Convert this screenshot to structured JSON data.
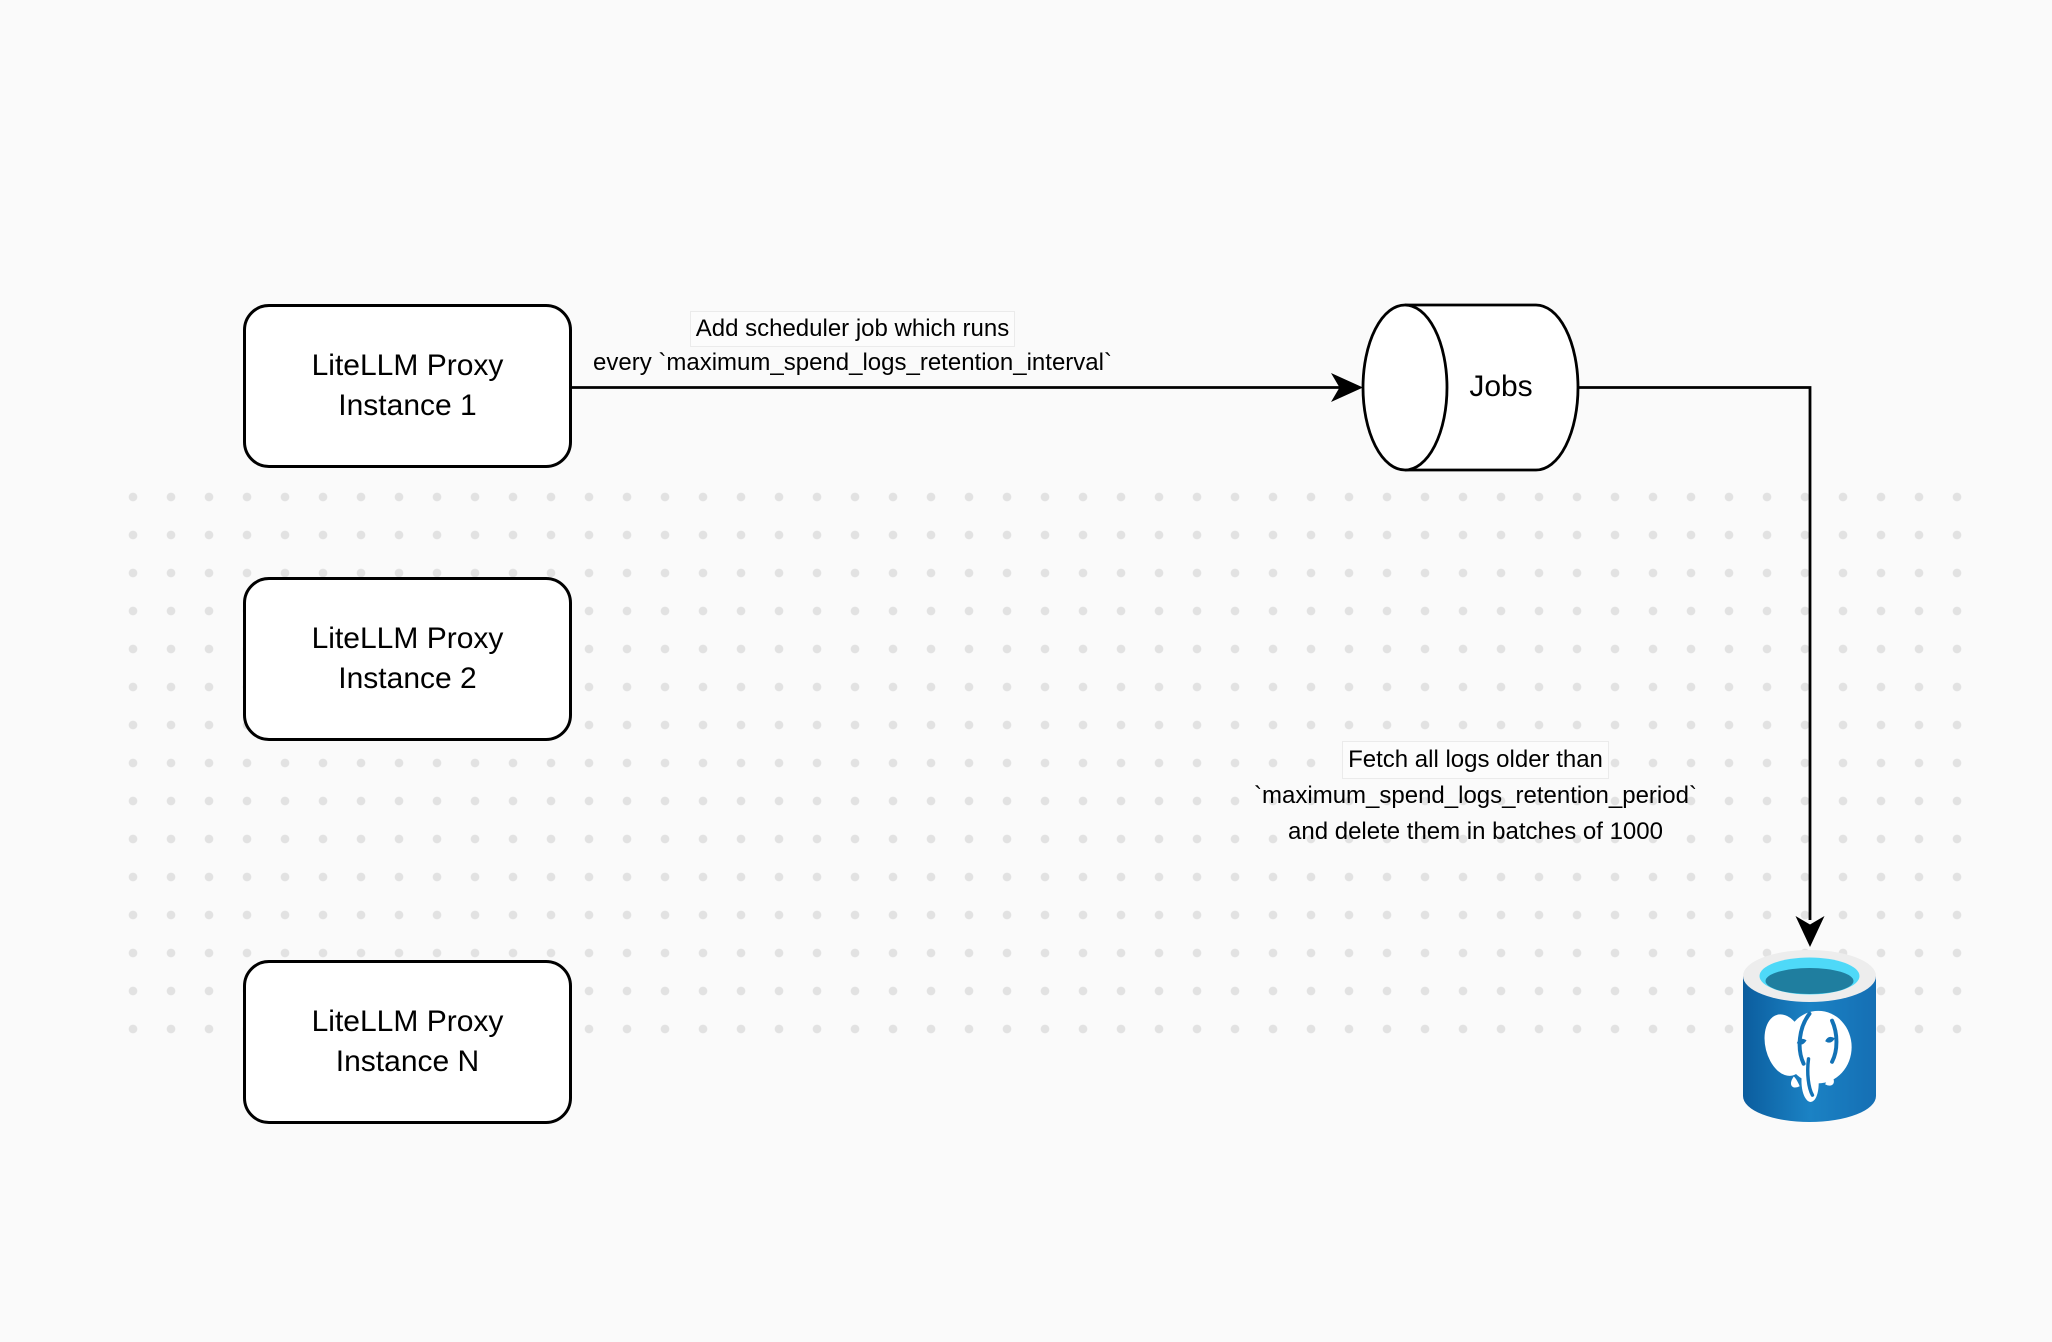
{
  "nodes": {
    "proxy_instance_1": {
      "line1": "LiteLLM Proxy",
      "line2": "Instance 1"
    },
    "proxy_instance_2": {
      "line1": "LiteLLM Proxy",
      "line2": "Instance 2"
    },
    "proxy_instance_n": {
      "line1": "LiteLLM Proxy",
      "line2": "Instance N"
    },
    "jobs_queue": {
      "label": "Jobs",
      "shape": "horizontal-cylinder"
    },
    "database": {
      "icon": "postgresql-elephant-database-icon"
    }
  },
  "edges": {
    "add_scheduler_job": {
      "from": "proxy_instance_1",
      "to": "jobs_queue",
      "line1": "Add scheduler job which runs",
      "line2": "every `maximum_spend_logs_retention_interval`"
    },
    "fetch_and_delete": {
      "from": "jobs_queue",
      "to": "database",
      "line1": "Fetch all logs older than",
      "line2": "`maximum_spend_logs_retention_period`",
      "line3": "and delete them in batches of 1000"
    }
  },
  "colors": {
    "background": "#fafafa",
    "dot_grid": "#e2e2e2",
    "shape_stroke": "#000000",
    "shape_fill": "#ffffff",
    "postgres_blue": "#1272b6",
    "postgres_blue_dark": "#0b5d9e",
    "postgres_cyan": "#4ed9f8",
    "postgres_rim": "#ededed"
  }
}
